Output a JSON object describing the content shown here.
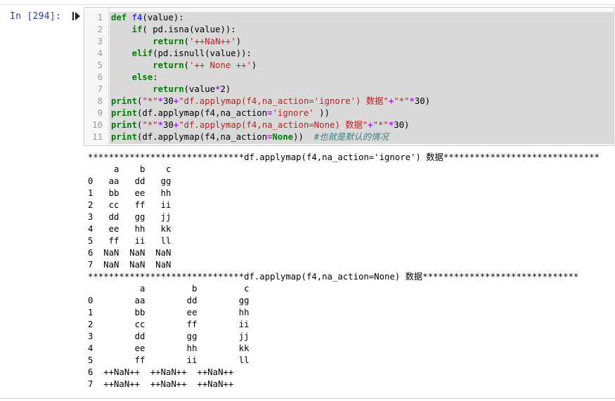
{
  "prompt": {
    "label": "In  [294]:"
  },
  "code_lines": [
    {
      "no": "1",
      "parts": [
        [
          "kw",
          "def "
        ],
        [
          "fn",
          "f4"
        ],
        [
          "nm",
          "(value):"
        ]
      ]
    },
    {
      "no": "2",
      "parts": [
        [
          "nm",
          "    "
        ],
        [
          "kw",
          "if"
        ],
        [
          "nm",
          "( pd.isna(value)):"
        ]
      ]
    },
    {
      "no": "3",
      "parts": [
        [
          "nm",
          "        "
        ],
        [
          "kw",
          "return"
        ],
        [
          "nm",
          "("
        ],
        [
          "str",
          "'++NaN++'"
        ],
        [
          "nm",
          ")"
        ]
      ]
    },
    {
      "no": "4",
      "parts": [
        [
          "nm",
          "    "
        ],
        [
          "kw",
          "elif"
        ],
        [
          "nm",
          "(pd.isnull(value)):"
        ]
      ]
    },
    {
      "no": "5",
      "parts": [
        [
          "nm",
          "        "
        ],
        [
          "kw",
          "return"
        ],
        [
          "nm",
          "("
        ],
        [
          "str",
          "'++ None ++'"
        ],
        [
          "nm",
          ")"
        ]
      ]
    },
    {
      "no": "6",
      "parts": [
        [
          "nm",
          "    "
        ],
        [
          "kw",
          "else"
        ],
        [
          "nm",
          ":"
        ]
      ]
    },
    {
      "no": "7",
      "parts": [
        [
          "nm",
          "        "
        ],
        [
          "kw",
          "return"
        ],
        [
          "nm",
          "(value"
        ],
        [
          "op",
          "*"
        ],
        [
          "nm",
          "2)"
        ]
      ]
    },
    {
      "no": "8",
      "parts": [
        [
          "kw",
          "print"
        ],
        [
          "nm",
          "("
        ],
        [
          "str",
          "\"*\""
        ],
        [
          "op",
          "*"
        ],
        [
          "nm",
          "30"
        ],
        [
          "op",
          "+"
        ],
        [
          "str",
          "\"df.applymap(f4,na_action='ignore') 数据\""
        ],
        [
          "op",
          "+"
        ],
        [
          "str",
          "\"*\""
        ],
        [
          "op",
          "*"
        ],
        [
          "nm",
          "30)"
        ]
      ]
    },
    {
      "no": "9",
      "parts": [
        [
          "kw",
          "print"
        ],
        [
          "nm",
          "(df.applymap(f4,na_action"
        ],
        [
          "op",
          "="
        ],
        [
          "str",
          "'ignore'"
        ],
        [
          "nm",
          " ))"
        ]
      ]
    },
    {
      "no": "10",
      "parts": [
        [
          "kw",
          "print"
        ],
        [
          "nm",
          "("
        ],
        [
          "str",
          "\"*\""
        ],
        [
          "op",
          "*"
        ],
        [
          "nm",
          "30"
        ],
        [
          "op",
          "+"
        ],
        [
          "str",
          "\"df.applymap(f4,na_action=None) 数据\""
        ],
        [
          "op",
          "+"
        ],
        [
          "str",
          "\"*\""
        ],
        [
          "op",
          "*"
        ],
        [
          "nm",
          "30)"
        ]
      ]
    },
    {
      "no": "11",
      "parts": [
        [
          "kw",
          "print"
        ],
        [
          "nm",
          "(df.applymap(f4,na_action"
        ],
        [
          "op",
          "="
        ],
        [
          "kw",
          "None"
        ],
        [
          "nm",
          "))  "
        ],
        [
          "cm",
          "#也就是默认的情况"
        ]
      ]
    }
  ],
  "output_lines": [
    "******************************df.applymap(f4,na_action='ignore') 数据******************************",
    "     a    b    c",
    "0   aa   dd   gg",
    "1   bb   ee   hh",
    "2   cc   ff   ii",
    "3   dd   gg   jj",
    "4   ee   hh   kk",
    "5   ff   ii   ll",
    "6  NaN  NaN  NaN",
    "7  NaN  NaN  NaN",
    "******************************df.applymap(f4,na_action=None) 数据******************************",
    "          a         b         c",
    "0        aa        dd        gg",
    "1        bb        ee        hh",
    "2        cc        ff        ii",
    "3        dd        gg        jj",
    "4        ee        hh        kk",
    "5        ff        ii        ll",
    "6  ++NaN++  ++NaN++  ++NaN++",
    "7  ++NaN++  ++NaN++  ++NaN++"
  ]
}
